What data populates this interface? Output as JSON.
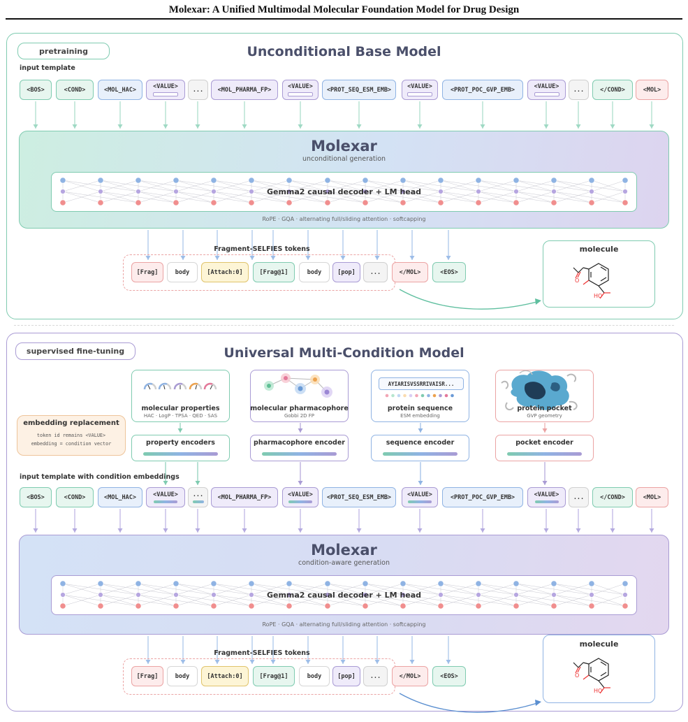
{
  "paper_title": "Molexar: A Unified Multimodal Molecular Foundation Model for Drug Design",
  "top": {
    "stage_label": "pretraining",
    "title": "Unconditional Base Model",
    "template_label": "input template",
    "model_name": "Molexar",
    "model_subtitle": "unconditional generation",
    "decoder_label": "Gemma2 causal decoder + LM head",
    "footnote": "RoPE · GQA · alternating full/sliding attention · softcapping",
    "fragment_label": "Fragment-SELFIES tokens",
    "molecule_label": "molecule"
  },
  "bottom": {
    "stage_label": "supervised fine-tuning",
    "title": "Universal Multi-Condition Model",
    "template_label": "input template with condition embeddings",
    "model_name": "Molexar",
    "model_subtitle": "condition-aware generation",
    "decoder_label": "Gemma2 causal decoder + LM head",
    "footnote": "RoPE · GQA · alternating full/sliding attention · softcapping",
    "fragment_label": "Fragment-SELFIES tokens",
    "molecule_label": "molecule",
    "embedding": {
      "title": "embedding replacement",
      "line1": "token id remains <VALUE>",
      "line2": "embedding = condition vector"
    },
    "conditions": [
      {
        "title": "molecular properties",
        "sub": "HAC · LogP · TPSA · QED · SAS",
        "encoder": "property encoders"
      },
      {
        "title": "molecular pharmacophore",
        "sub": "Gobbi 2D FP",
        "encoder": "pharmacophore encoder"
      },
      {
        "title": "protein sequence",
        "sub": "ESM embedding",
        "encoder": "sequence encoder",
        "sequence": "AYIARISVSSRRIVAISR..."
      },
      {
        "title": "protein pocket",
        "sub": "GVP geometry",
        "encoder": "pocket encoder"
      }
    ]
  },
  "tokens": [
    "<BOS>",
    "<COND>",
    "<MOL_HAC>",
    "<VALUE>",
    "...",
    "<MOL_PHARMA_FP>",
    "<VALUE>",
    "<PROT_SEQ_ESM_EMB>",
    "<VALUE>",
    "<PROT_POC_GVP_EMB>",
    "<VALUE>",
    "...",
    "</COND>",
    "<MOL>"
  ],
  "fragment_tokens": [
    "[Frag]",
    "body",
    "[Attach:0]",
    "[Frag@1]",
    "body",
    "[pop]",
    "...",
    "</MOL>",
    "<EOS>"
  ],
  "atom_labels": {
    "oxygen": "O",
    "hydroxyl": "HO"
  },
  "colors": {
    "green": "#7fcbb0",
    "purple": "#a99bd4",
    "blue": "#8fb3e3",
    "red": "#eba3a3",
    "node_blue": "#8fb3e3",
    "node_purple": "#b6a6e0",
    "node_red": "#f08e8e"
  }
}
